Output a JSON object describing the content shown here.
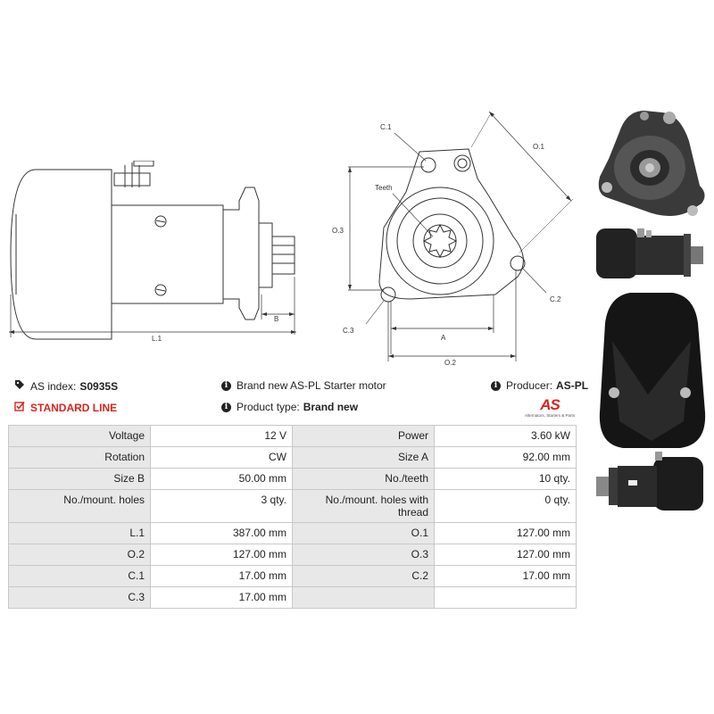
{
  "drawing": {
    "side_labels": {
      "b": "B",
      "l1": "L.1"
    },
    "front_labels": {
      "c1": "C.1",
      "o1": "O.1",
      "teeth": "Teeth",
      "o3": "O.3",
      "c3": "C.3",
      "c2": "C.2",
      "a": "A",
      "o2": "O.2"
    }
  },
  "info": {
    "as_index_label": "AS index:",
    "as_index_value": "S0935S",
    "line_label": "STANDARD LINE",
    "description": "Brand new AS-PL Starter motor",
    "product_type_label": "Product type:",
    "product_type_value": "Brand new",
    "producer_label": "Producer:",
    "producer_value": "AS-PL"
  },
  "logo": {
    "mark": "AS",
    "tagline": "Alternators, Starters & Parts"
  },
  "specs": [
    [
      "Voltage",
      "12 V",
      "Power",
      "3.60 kW"
    ],
    [
      "Rotation",
      "CW",
      "Size A",
      "92.00 mm"
    ],
    [
      "Size B",
      "50.00 mm",
      "No./teeth",
      "10 qty."
    ],
    [
      "No./mount. holes",
      "3 qty.",
      "No./mount. holes with thread",
      "0 qty."
    ],
    [
      "L.1",
      "387.00 mm",
      "O.1",
      "127.00 mm"
    ],
    [
      "O.2",
      "127.00 mm",
      "O.3",
      "127.00 mm"
    ],
    [
      "C.1",
      "17.00 mm",
      "C.2",
      "17.00 mm"
    ],
    [
      "C.3",
      "17.00 mm",
      "",
      ""
    ]
  ],
  "colors": {
    "accent_red": "#d9241b",
    "label_bg": "#e8e8e8",
    "border": "#c8c8c8"
  }
}
